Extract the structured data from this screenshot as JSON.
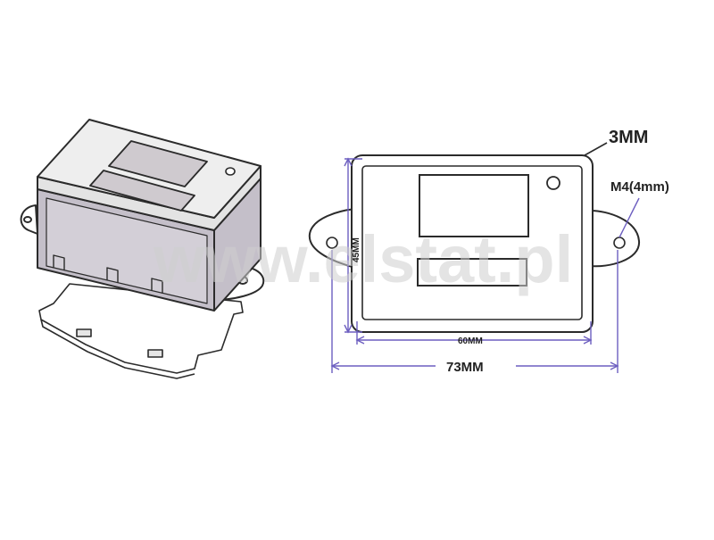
{
  "labels": {
    "thickness": "3MM",
    "hole": "M4(4mm)",
    "height": "45MM",
    "inner_width": "60MM",
    "total_width": "73MM"
  },
  "watermark": "www.elstat.pl",
  "colors": {
    "outline": "#2b2b2b",
    "dimension": "#6d5fc0",
    "body_dark": "#c4bfc9",
    "body_light": "#eeeeee"
  }
}
